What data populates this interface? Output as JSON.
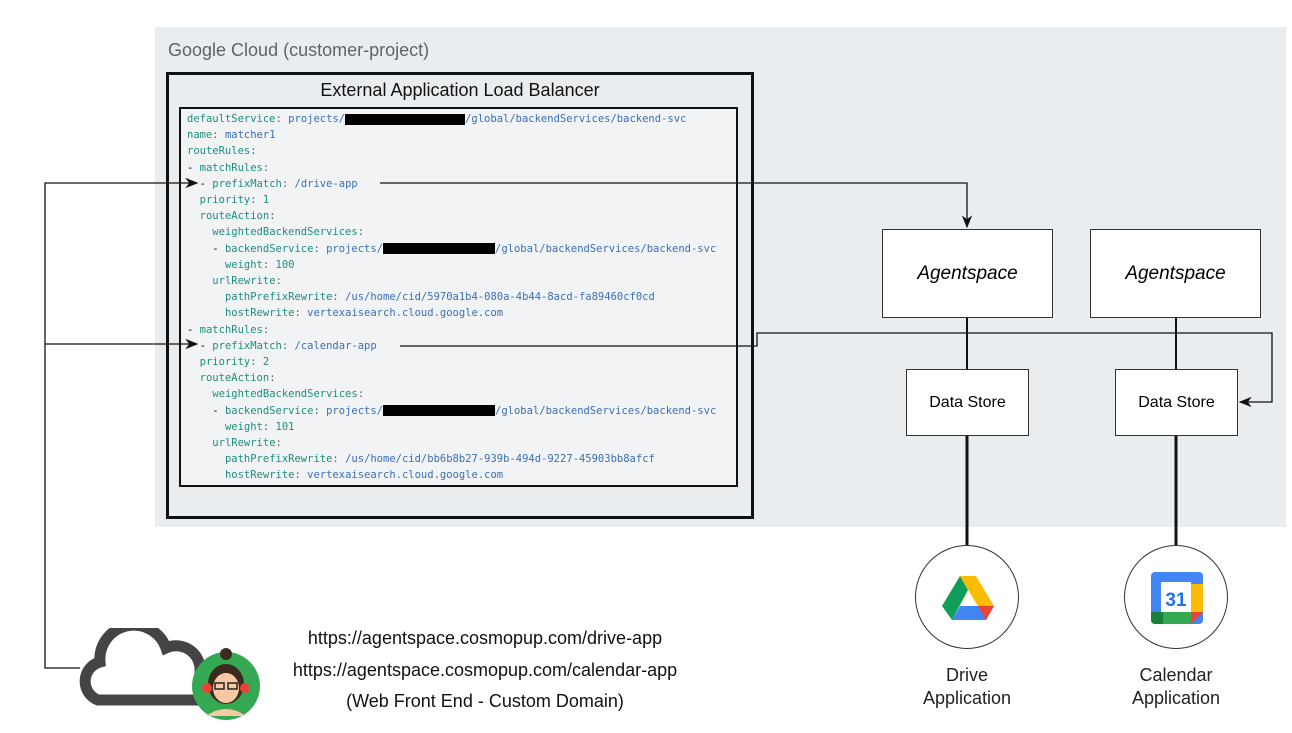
{
  "cloud_region": {
    "title": "Google Cloud (customer-project)"
  },
  "load_balancer": {
    "title": "External Application Load Balancer"
  },
  "config_lines": [
    {
      "indent": 0,
      "key": "defaultService",
      "pre": "projects/",
      "redact": true,
      "post": "/global/backendServices/backend-svc"
    },
    {
      "indent": 0,
      "key": "name",
      "pre": "matcher1"
    },
    {
      "indent": 0,
      "key": "routeRules",
      "pre": ""
    },
    {
      "indent": 0,
      "dash": true,
      "key": "matchRules",
      "pre": ""
    },
    {
      "indent": 1,
      "dash": true,
      "key": "prefixMatch",
      "pre": "/drive-app"
    },
    {
      "indent": 1,
      "key": "priority",
      "pre": "1",
      "num": true
    },
    {
      "indent": 1,
      "key": "routeAction",
      "pre": ""
    },
    {
      "indent": 2,
      "key": "weightedBackendServices",
      "pre": ""
    },
    {
      "indent": 2,
      "dash": true,
      "key": "backendService",
      "pre": "projects/",
      "redact": true,
      "post": "/global/backendServices/backend-svc"
    },
    {
      "indent": 3,
      "key": "weight",
      "pre": "100",
      "num": true
    },
    {
      "indent": 2,
      "key": "urlRewrite",
      "pre": ""
    },
    {
      "indent": 3,
      "key": "pathPrefixRewrite",
      "pre": "/us/home/cid/5970a1b4-080a-4b44-8acd-fa89460cf0cd"
    },
    {
      "indent": 3,
      "key": "hostRewrite",
      "pre": "vertexaisearch.cloud.google.com"
    },
    {
      "indent": 0,
      "dash": true,
      "key": "matchRules",
      "pre": ""
    },
    {
      "indent": 1,
      "dash": true,
      "key": "prefixMatch",
      "pre": "/calendar-app"
    },
    {
      "indent": 1,
      "key": "priority",
      "pre": "2",
      "num": true
    },
    {
      "indent": 1,
      "key": "routeAction",
      "pre": ""
    },
    {
      "indent": 2,
      "key": "weightedBackendServices",
      "pre": ""
    },
    {
      "indent": 2,
      "dash": true,
      "key": "backendService",
      "pre": "projects/",
      "redact": true,
      "post": "/global/backendServices/backend-svc"
    },
    {
      "indent": 3,
      "key": "weight",
      "pre": "101",
      "num": true
    },
    {
      "indent": 2,
      "key": "urlRewrite",
      "pre": ""
    },
    {
      "indent": 3,
      "key": "pathPrefixRewrite",
      "pre": "/us/home/cid/bb6b8b27-939b-494d-9227-45903bb8afcf"
    },
    {
      "indent": 3,
      "key": "hostRewrite",
      "pre": "vertexaisearch.cloud.google.com"
    }
  ],
  "apps": [
    {
      "agent": "Agentspace",
      "store": "Data Store",
      "label_line1": "Drive",
      "label_line2": "Application",
      "icon": "google-drive-icon"
    },
    {
      "agent": "Agentspace",
      "store": "Data Store",
      "label_line1": "Calendar",
      "label_line2": "Application",
      "icon": "google-calendar-icon",
      "calendar_day": "31"
    }
  ],
  "frontend": {
    "url1": "https://agentspace.cosmopup.com/drive-app",
    "url2": "https://agentspace.cosmopup.com/calendar-app",
    "caption": "(Web Front End - Custom Domain)",
    "icons": [
      "cloud-icon",
      "user-avatar-icon"
    ]
  },
  "colors": {
    "key": "#1e8e7e",
    "value": "#3b6fb6",
    "region": "#eaedf0"
  }
}
